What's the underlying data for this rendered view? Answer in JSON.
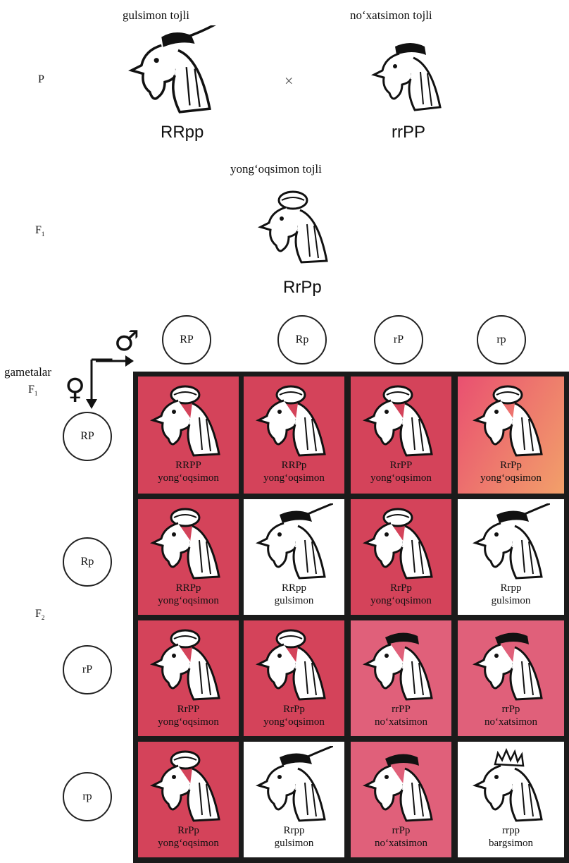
{
  "parents": {
    "gen_label": "P",
    "left": {
      "comb": "gulsimon tojli",
      "genotype": "RRpp"
    },
    "cross": "×",
    "right": {
      "comb": "no‘xatsimon tojli",
      "genotype": "rrPP"
    }
  },
  "f1": {
    "gen_label": "F",
    "gen_sub": "1",
    "comb": "yong‘oqsimon tojli",
    "genotype": "RrPp"
  },
  "gametes": {
    "label": "gametalar",
    "f_label": "F",
    "f_sub": "1",
    "male_symbol": "♂",
    "female_symbol": "♀",
    "male": [
      "RP",
      "Rp",
      "rP",
      "rp"
    ],
    "female": [
      "RP",
      "Rp",
      "rP",
      "rp"
    ]
  },
  "f2": {
    "gen_label": "F",
    "gen_sub": "2",
    "rows": [
      [
        {
          "genotype": "RRPP",
          "phenotype": "yong‘oqsimon",
          "comb": "walnut",
          "bg": "red"
        },
        {
          "genotype": "RRPp",
          "phenotype": "yong‘oqsimon",
          "comb": "walnut",
          "bg": "red"
        },
        {
          "genotype": "RrPP",
          "phenotype": "yong‘oqsimon",
          "comb": "walnut",
          "bg": "red"
        },
        {
          "genotype": "RrPp",
          "phenotype": "yong‘oqsimon",
          "comb": "walnut",
          "bg": "orange"
        }
      ],
      [
        {
          "genotype": "RRPp",
          "phenotype": "yong‘oqsimon",
          "comb": "walnut",
          "bg": "red"
        },
        {
          "genotype": "RRpp",
          "phenotype": "gulsimon",
          "comb": "rose",
          "bg": "white"
        },
        {
          "genotype": "RrPp",
          "phenotype": "yong‘oqsimon",
          "comb": "walnut",
          "bg": "red"
        },
        {
          "genotype": "Rrpp",
          "phenotype": "gulsimon",
          "comb": "rose",
          "bg": "white"
        }
      ],
      [
        {
          "genotype": "RrPP",
          "phenotype": "yong‘oqsimon",
          "comb": "walnut",
          "bg": "red"
        },
        {
          "genotype": "RrPp",
          "phenotype": "yong‘oqsimon",
          "comb": "walnut",
          "bg": "red"
        },
        {
          "genotype": "rrPP",
          "phenotype": "no‘xatsimon",
          "comb": "pea",
          "bg": "pink"
        },
        {
          "genotype": "rrPp",
          "phenotype": "no‘xatsimon",
          "comb": "pea",
          "bg": "pink"
        }
      ],
      [
        {
          "genotype": "RrPp",
          "phenotype": "yong‘oqsimon",
          "comb": "walnut",
          "bg": "red"
        },
        {
          "genotype": "Rrpp",
          "phenotype": "gulsimon",
          "comb": "rose",
          "bg": "white"
        },
        {
          "genotype": "rrPp",
          "phenotype": "no‘xatsimon",
          "comb": "pea",
          "bg": "pink"
        },
        {
          "genotype": "rrpp",
          "phenotype": "bargsimon",
          "comb": "single",
          "bg": "white"
        }
      ]
    ]
  }
}
